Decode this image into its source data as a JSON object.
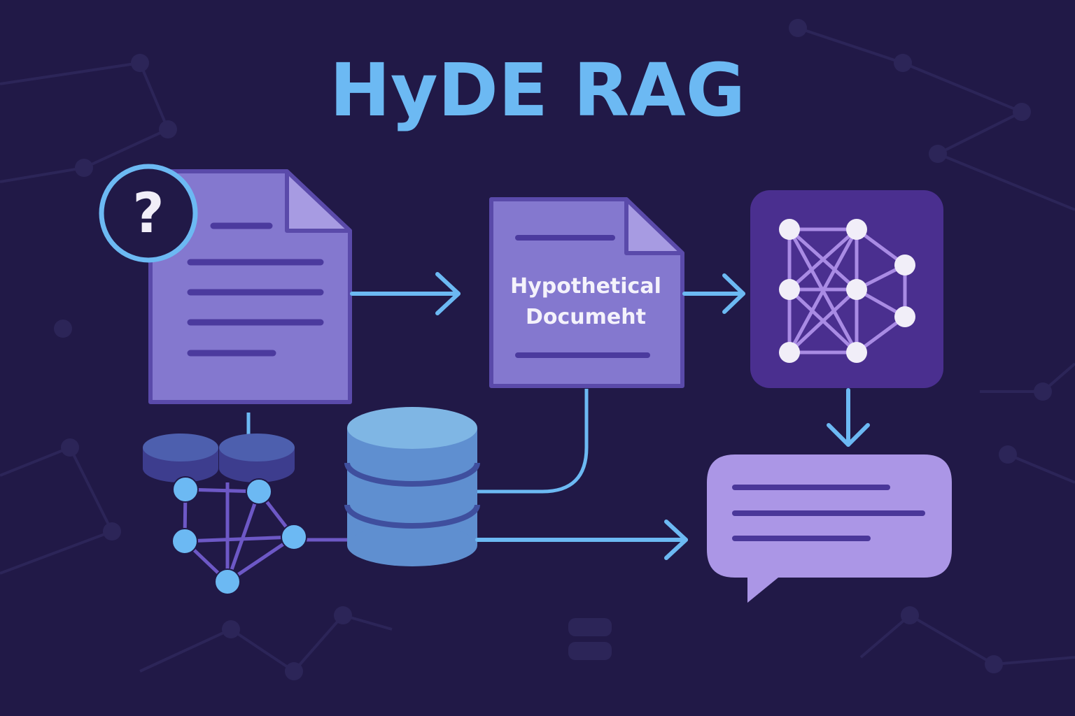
{
  "title": "HyDE RAG",
  "hypothetical_document": {
    "line1": "Hypothetical",
    "line2": "Documeht"
  },
  "query_symbol": "?",
  "colors": {
    "background": "#211947",
    "title": "#6cb9f3",
    "accent_blue": "#6cb9f3",
    "document_fill": "#8478cf",
    "document_border": "#5a4aaa",
    "neural_box": "#4a2f8f",
    "chat_bubble": "#ab96e6",
    "database": "#5f8fd0"
  },
  "icons": {
    "query_badge": "question-icon",
    "query_document": "document-icon",
    "hypothetical_document": "document-icon",
    "neural_network": "neural-network-icon",
    "vector_store": "database-icon",
    "embeddings": "embedding-graph-icon",
    "answer": "chat-bubble-icon"
  }
}
